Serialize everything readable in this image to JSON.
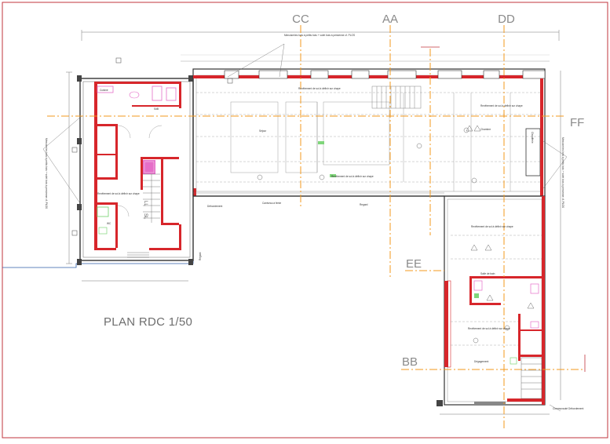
{
  "plan": {
    "title": "PLAN RDC 1/50",
    "sections": {
      "cc": "CC",
      "aa": "AA",
      "dd": "DD",
      "ff": "FF",
      "ee": "EE",
      "bb": "BB"
    },
    "notes": {
      "top": "Menuiseries bois à petits bois + volet bois à persienne cf. PLOS",
      "west": "Menuiseries bois à petits bois + volet bois à persienne cf. PLOS",
      "east": "Menuiseries bois à petits bois + volet bois à persienne cf. PLOS",
      "regard_west": "Regard",
      "regard_mid": "Regard",
      "caniveau": "Caniveau à fente",
      "debordement": "Débordement",
      "chaufferie": "Chaufferie",
      "commune": "Communauté Débordement",
      "cuisine": "Cuisine",
      "sejour": "Séjour",
      "chambre": "Chambre",
      "sdb": "Salle de bain",
      "degagement": "Dégagement"
    },
    "slab_notes": {
      "a": "Revêtement de sol à définir sur chape",
      "b": "Revêtement de sol à définir sur chape",
      "c": "Revêtement de sol à définir sur chape",
      "d": "Revêtement de sol à définir sur chape",
      "e": "Revêtement de sol à définir sur chape",
      "f": "Revêtement de sol à définir sur chape"
    },
    "room_labels": {
      "wc": "WC",
      "sdb_small": "SdB",
      "ll": "LL",
      "sl": "SL"
    },
    "colors": {
      "wall": "#d7262b",
      "section": "#f39a1e",
      "frame": "#c0353d",
      "pink": "#e56ec8",
      "green": "#7fd67a",
      "blue": "#2f5ea8"
    }
  }
}
